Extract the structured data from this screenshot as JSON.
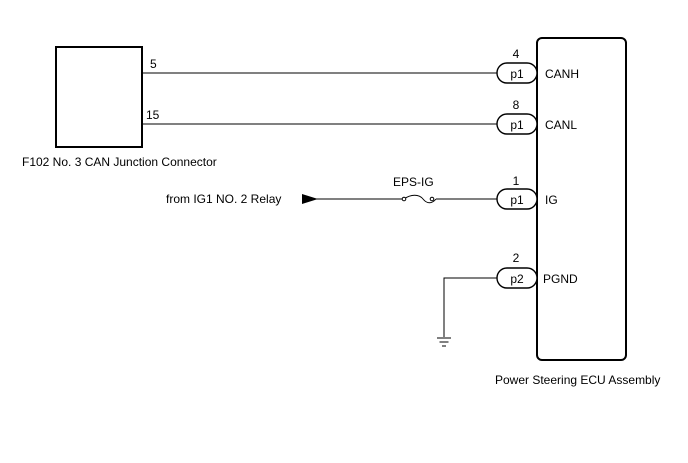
{
  "junction_connector": {
    "label": "F102 No. 3 CAN Junction Connector",
    "pins": {
      "canh": "5",
      "canl": "15"
    }
  },
  "ecu": {
    "label": "Power Steering ECU Assembly",
    "terminals": [
      {
        "id": "canh",
        "pin": "4",
        "connector": "p1",
        "signal": "CANH"
      },
      {
        "id": "canl",
        "pin": "8",
        "connector": "p1",
        "signal": "CANL"
      },
      {
        "id": "ig",
        "pin": "1",
        "connector": "p1",
        "signal": "IG"
      },
      {
        "id": "pgnd",
        "pin": "2",
        "connector": "p2",
        "signal": "PGND"
      }
    ]
  },
  "power_source": {
    "label": "from IG1 NO. 2 Relay"
  },
  "fuse": {
    "label": "EPS-IG"
  }
}
